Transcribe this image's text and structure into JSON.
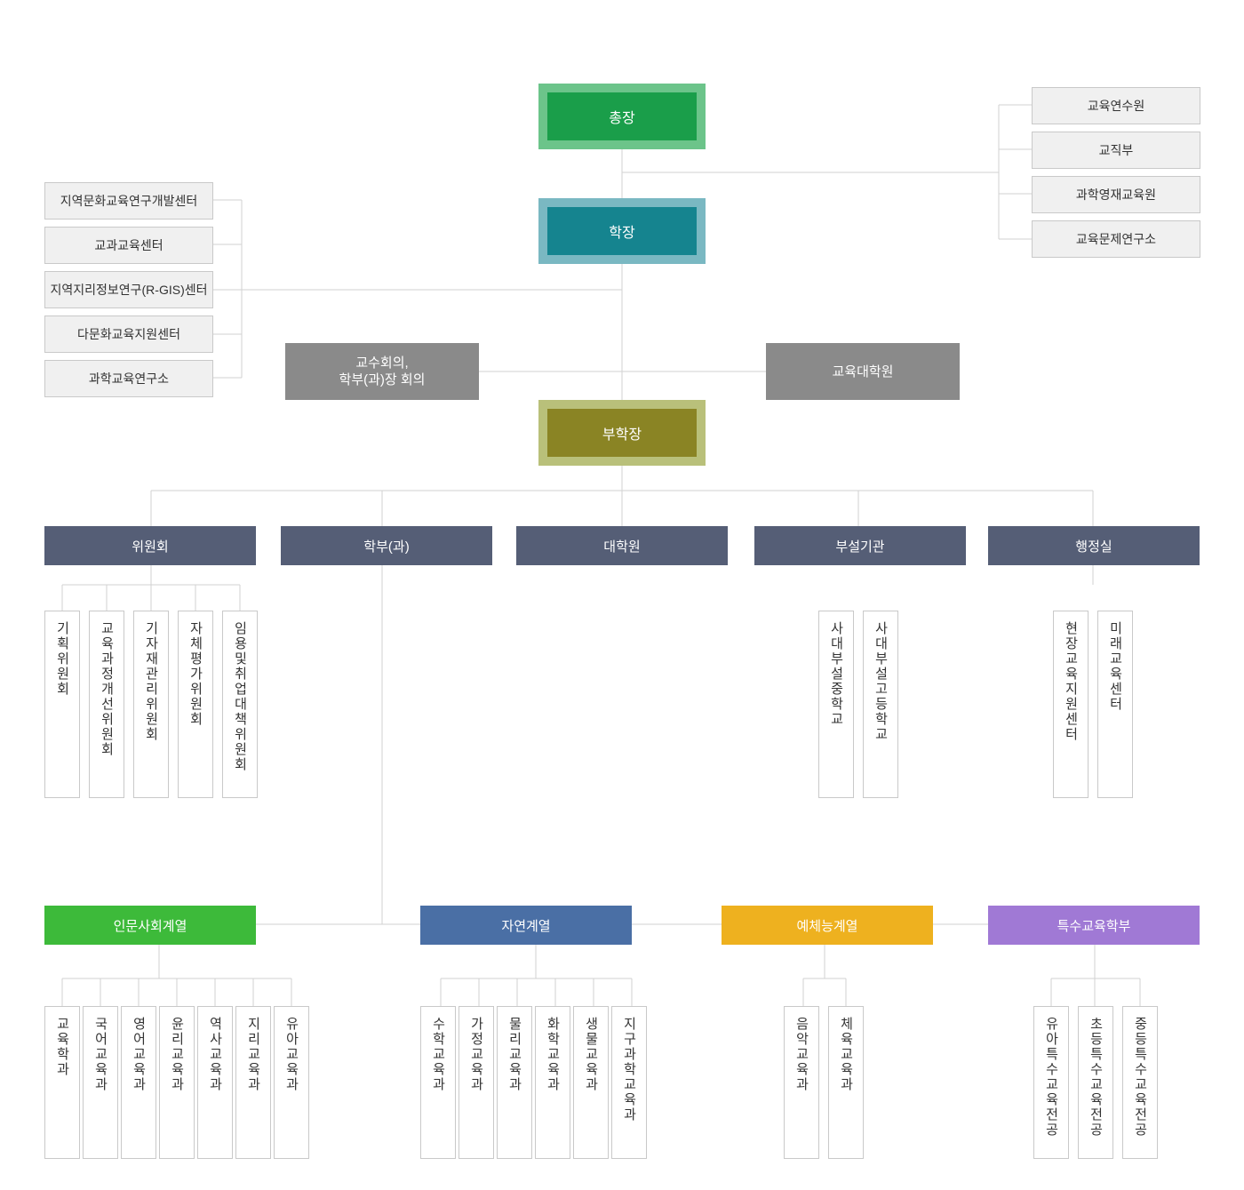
{
  "top": {
    "president": "총장",
    "dean": "학장",
    "vice_dean": "부학장"
  },
  "left_units": [
    "지역문화교육연구개발센터",
    "교과교육센터",
    "지역지리정보연구(R-GIS)센터",
    "다문화교육지원센터",
    "과학교육연구소"
  ],
  "right_units": [
    "교육연수원",
    "교직부",
    "과학영재교육원",
    "교육문제연구소"
  ],
  "council": {
    "line1": "교수회의,",
    "line2": "학부(과)장 회의"
  },
  "grad_school": "교육대학원",
  "categories": [
    "위원회",
    "학부(과)",
    "대학원",
    "부설기관",
    "행정실"
  ],
  "committees": [
    "기획위원회",
    "교육과정개선위원회",
    "기자재관리위원회",
    "자체평가위원회",
    "임용및취업대책위원회"
  ],
  "affiliated": [
    "사대부설중학교",
    "사대부설고등학교"
  ],
  "admin": [
    "현장교육지원센터",
    "미래교육센터"
  ],
  "families": [
    {
      "name": "인문사회계열",
      "color": "#3dba3a"
    },
    {
      "name": "자연계열",
      "color": "#4a6fa5"
    },
    {
      "name": "예체능계열",
      "color": "#eeb11f"
    },
    {
      "name": "특수교육학부",
      "color": "#a079d5"
    }
  ],
  "humanities": [
    "교육학과",
    "국어교육과",
    "영어교육과",
    "윤리교육과",
    "역사교육과",
    "지리교육과",
    "유아교육과"
  ],
  "natural": [
    "수학교육과",
    "가정교육과",
    "물리교육과",
    "화학교육과",
    "생물교육과",
    "지구과학교육과"
  ],
  "arts": [
    "음악교육과",
    "체육교육과"
  ],
  "special": [
    "유아특수교육전공",
    "초등특수교육전공",
    "중등특수교육전공"
  ]
}
